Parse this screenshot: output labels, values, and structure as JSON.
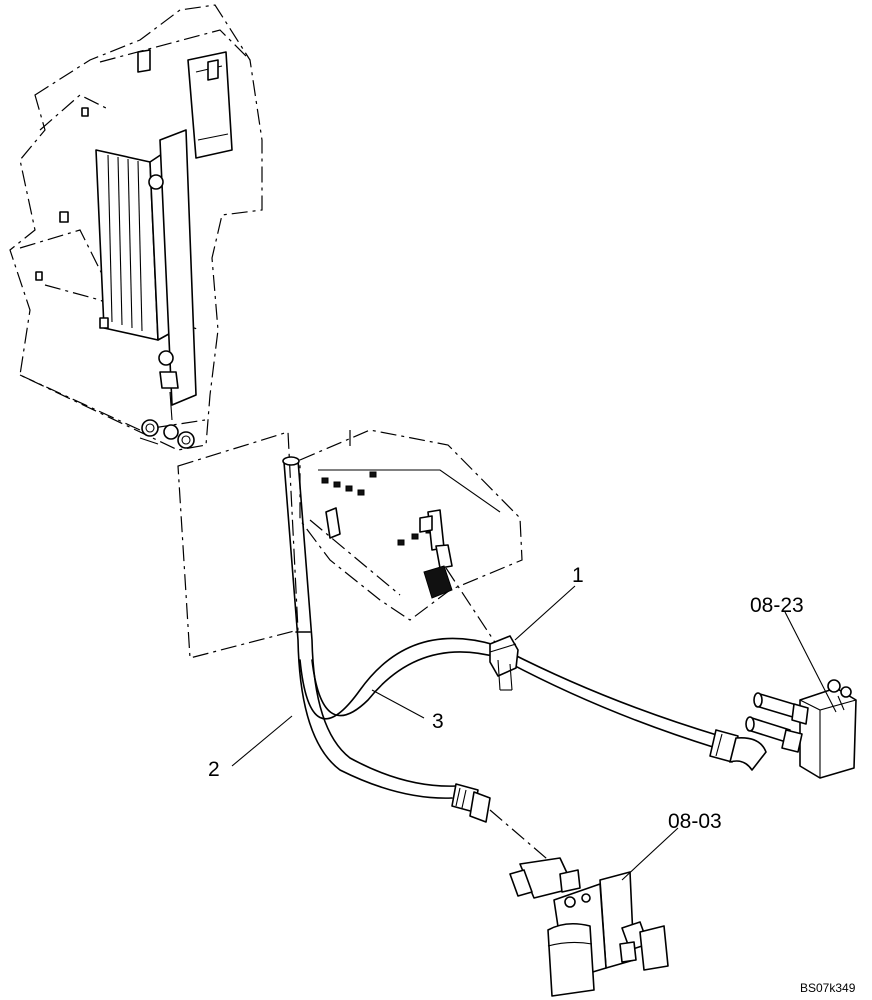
{
  "callouts": {
    "item_1": "1",
    "item_2": "2",
    "item_3": "3",
    "ref_valve": "08-23",
    "ref_pump": "08-03"
  },
  "drawing_code": "BS07k349"
}
